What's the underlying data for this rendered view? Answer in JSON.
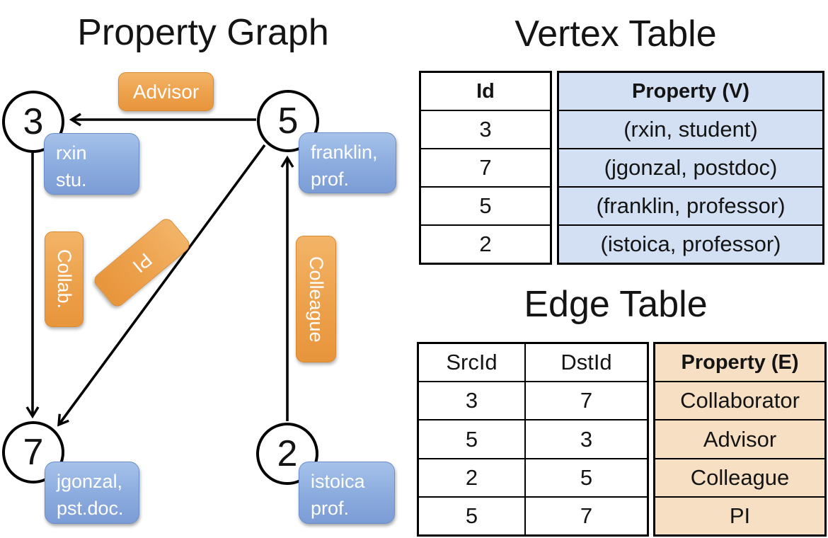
{
  "graph": {
    "title": "Property Graph",
    "nodes": [
      {
        "id": "3",
        "label_line1": "rxin",
        "label_line2": "stu."
      },
      {
        "id": "5",
        "label_line1": "franklin,",
        "label_line2": "prof."
      },
      {
        "id": "7",
        "label_line1": "jgonzal,",
        "label_line2": "pst.doc."
      },
      {
        "id": "2",
        "label_line1": "istoica",
        "label_line2": "prof."
      }
    ],
    "edge_labels": [
      {
        "label": "Advisor"
      },
      {
        "label": "Collab."
      },
      {
        "label": "PI"
      },
      {
        "label": "Colleague"
      }
    ]
  },
  "vertex_table": {
    "title": "Vertex Table",
    "columns": [
      "Id",
      "Property (V)"
    ],
    "rows": [
      {
        "id": "3",
        "property": "(rxin, student)"
      },
      {
        "id": "7",
        "property": "(jgonzal, postdoc)"
      },
      {
        "id": "5",
        "property": "(franklin, professor)"
      },
      {
        "id": "2",
        "property": "(istoica, professor)"
      }
    ]
  },
  "edge_table": {
    "title": "Edge Table",
    "columns": [
      "SrcId",
      "DstId",
      "Property (E)"
    ],
    "rows": [
      {
        "src": "3",
        "dst": "7",
        "property": "Collaborator"
      },
      {
        "src": "5",
        "dst": "3",
        "property": "Advisor"
      },
      {
        "src": "2",
        "dst": "5",
        "property": "Colleague"
      },
      {
        "src": "5",
        "dst": "7",
        "property": "PI"
      }
    ]
  },
  "colors": {
    "vertex_box_top": "#a6c2ea",
    "vertex_box_bottom": "#7b9cd6",
    "edge_box_top": "#f3b468",
    "edge_box_bottom": "#e8953c",
    "vertex_table_fill": "#d3dff2",
    "edge_table_fill": "#f6dfc3",
    "line": "#000000"
  }
}
